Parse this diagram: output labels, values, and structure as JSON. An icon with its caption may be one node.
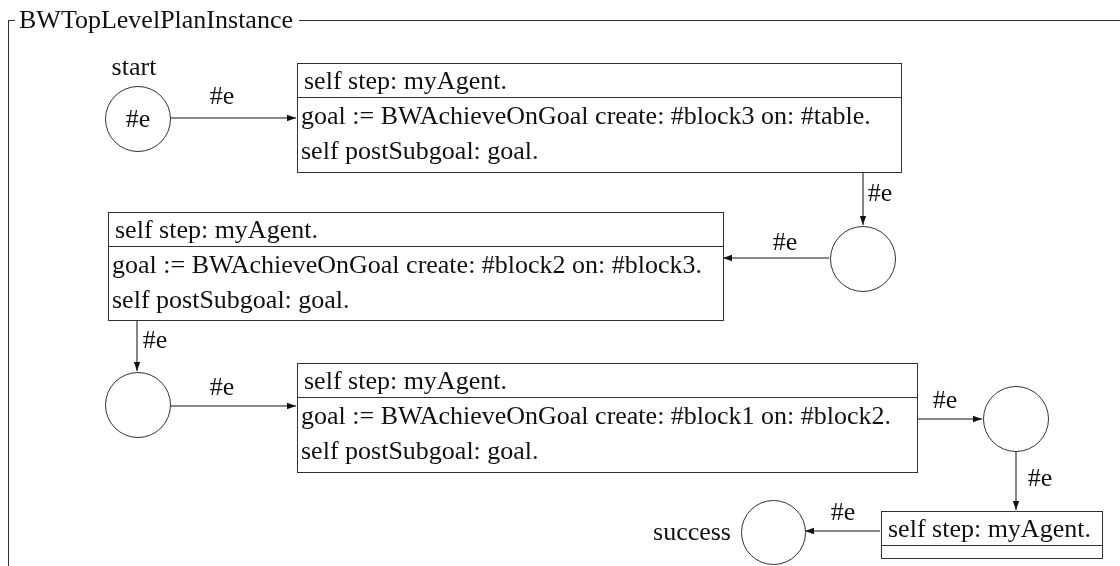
{
  "diagram": {
    "nodes": [
      {
        "text": [
          "BWTopLevelPlanInstance"
        ]
      },
      {
        "text": [
          "#e"
        ],
        "beside": [
          "start"
        ],
        "in": 0
      },
      {
        "text": [
          "self step: myAgent.",
          "goal := BWAchieveOnGoal create: #block3 on: #table.",
          "self postSubgoal: goal."
        ],
        "in": 0
      },
      {
        "text": [],
        "shape": "circle",
        "in": 0
      },
      {
        "text": [
          "self step: myAgent.",
          "goal := BWAchieveOnGoal create: #block2 on: #block3.",
          "self postSubgoal: goal."
        ],
        "in": 0
      },
      {
        "text": [],
        "shape": "circle",
        "in": 0
      },
      {
        "text": [
          "self step: myAgent.",
          "goal := BWAchieveOnGoal create: #block1 on: #block2.",
          "self postSubgoal: goal."
        ],
        "in": 0
      },
      {
        "text": [],
        "shape": "circle",
        "in": 0
      },
      {
        "text": [
          "self step: myAgent."
        ],
        "in": 0
      },
      {
        "text": [],
        "shape": "circle",
        "beside": [
          "success"
        ],
        "in": 0
      }
    ],
    "edges": [
      {
        "from": 1,
        "to": 2,
        "arrow": "to",
        "label": "#e"
      },
      {
        "from": 2,
        "to": 3,
        "arrow": "to",
        "label": "#e"
      },
      {
        "from": 3,
        "to": 4,
        "arrow": "to",
        "label": "#e"
      },
      {
        "from": 4,
        "to": 5,
        "arrow": "to",
        "label": "#e"
      },
      {
        "from": 5,
        "to": 6,
        "arrow": "to",
        "label": "#e"
      },
      {
        "from": 6,
        "to": 7,
        "arrow": "to",
        "label": "#e"
      },
      {
        "from": 7,
        "to": 8,
        "arrow": "to",
        "label": "#e"
      },
      {
        "from": 8,
        "to": 9,
        "arrow": "to",
        "label": "#e"
      }
    ]
  }
}
